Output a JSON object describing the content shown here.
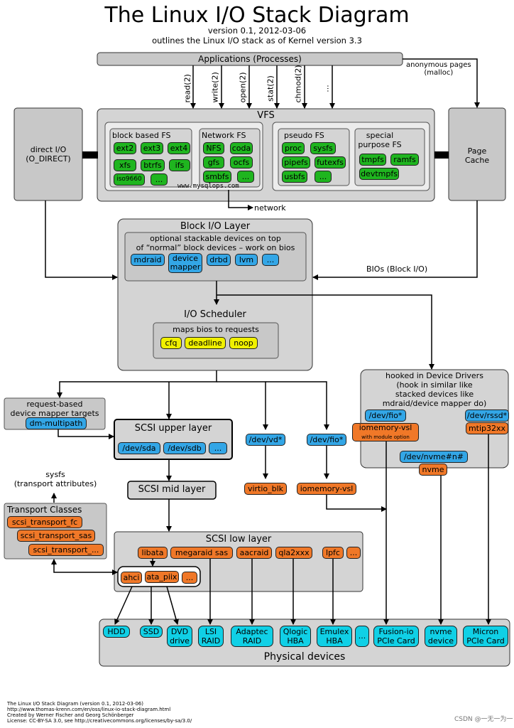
{
  "header": {
    "title": "The Linux I/O Stack Diagram",
    "version": "version 0.1, 2012-03-06",
    "outline": "outlines the Linux I/O stack as of Kernel version 3.3"
  },
  "applications": "Applications (Processes)",
  "anonymous_pages": "anonymous pages",
  "malloc": "(malloc)",
  "syscalls": [
    "read(2)",
    "write(2)",
    "open(2)",
    "stat(2)",
    "chmod(2)",
    "..."
  ],
  "vfs": {
    "title": "VFS",
    "block_fs": {
      "title": "block based FS",
      "items": [
        "ext2",
        "ext3",
        "ext4",
        "xfs",
        "btrfs",
        "ifs",
        "iso9660",
        "..."
      ]
    },
    "network_fs": {
      "title": "Network FS",
      "items": [
        "NFS",
        "coda",
        "gfs",
        "ocfs",
        "smbfs",
        "..."
      ]
    },
    "pseudo_fs": {
      "title": "pseudo FS",
      "items": [
        "proc",
        "sysfs",
        "pipefs",
        "futexfs",
        "usbfs",
        "..."
      ]
    },
    "special_fs": {
      "title1": "special",
      "title2": "purpose FS",
      "items": [
        "tmpfs",
        "ramfs",
        "devtmpfs"
      ]
    }
  },
  "direct_io": {
    "line1": "direct I/O",
    "line2": "(O_DIRECT)"
  },
  "page_cache": {
    "line1": "Page",
    "line2": "Cache"
  },
  "watermark": "www.mysqlops.com",
  "network": "network",
  "block_io": {
    "title": "Block I/O Layer",
    "stack_line1": "optional stackable devices on top",
    "stack_line2": "of “normal” block devices – work on bios",
    "devices": [
      "mdraid",
      "device",
      "mapper",
      "drbd",
      "lvm",
      "..."
    ],
    "bios_label": "BIOs (Block I/O)",
    "scheduler": "I/O Scheduler",
    "maps": "maps bios to requests",
    "schedulers": [
      "cfq",
      "deadline",
      "noop"
    ]
  },
  "request_dm": {
    "line1": "request-based",
    "line2": "device mapper targets",
    "item": "dm-multipath"
  },
  "scsi_upper": {
    "title": "SCSI upper layer",
    "items": [
      "/dev/sda",
      "/dev/sdb",
      "..."
    ]
  },
  "scsi_mid": "SCSI mid layer",
  "scsi_low": {
    "title": "SCSI low layer",
    "drivers": [
      "libata",
      "megaraid sas",
      "aacraid",
      "qla2xxx",
      "lpfc",
      "..."
    ],
    "libata_sub": [
      "ahci",
      "ata_piix",
      "..."
    ]
  },
  "sysfs": {
    "line1": "sysfs",
    "line2": "(transport attributes)"
  },
  "transport": {
    "title": "Transport Classes",
    "items": [
      "scsi_transport_fc",
      "scsi_transport_sas",
      "scsi_transport_..."
    ]
  },
  "vd": {
    "dev": "/dev/vd*",
    "driver": "virtio_blk"
  },
  "fio": {
    "dev": "/dev/fio*",
    "driver": "iomemory-vsl"
  },
  "hooked": {
    "line1": "hooked in Device Drivers",
    "line2": "(hook in similar like",
    "line3": "stacked devices like",
    "line4": "mdraid/device mapper do)",
    "fio": "/dev/fio*",
    "iomem": "iomemory-vsl",
    "iomem_note": "with module option",
    "rssd": "/dev/rssd*",
    "mtip": "mtip32xx",
    "nvme_dev": "/dev/nvme#n#",
    "nvme": "nvme"
  },
  "physical": {
    "title": "Physical devices",
    "devices": [
      "HDD",
      "SSD",
      "DVD",
      "drive",
      "LSI",
      "RAID",
      "Adaptec",
      "RAID",
      "Qlogic",
      "HBA",
      "Emulex",
      "HBA",
      "...",
      "Fusion-io",
      "PCIe Card",
      "nvme",
      "device",
      "Micron",
      "PCIe Card"
    ]
  },
  "footer": [
    "The Linux I/O Stack Diagram (version 0.1, 2012-03-06)",
    "http://www.thomas-krenn.com/en/oss/linux-io-stack-diagram.html",
    "Created by Werner Fischer and Georg Schönberger",
    "License: CC-BY-SA 3.0, see http://creativecommons.org/licenses/by-sa/3.0/"
  ],
  "credit": "CSDN @一无一为一",
  "colors": {
    "fs": "#1fb51f",
    "block": "#33a6e6",
    "sched": "#f0f000",
    "driver": "#f07828",
    "device": "#10d0e6",
    "layer": "#d4d4d4"
  }
}
